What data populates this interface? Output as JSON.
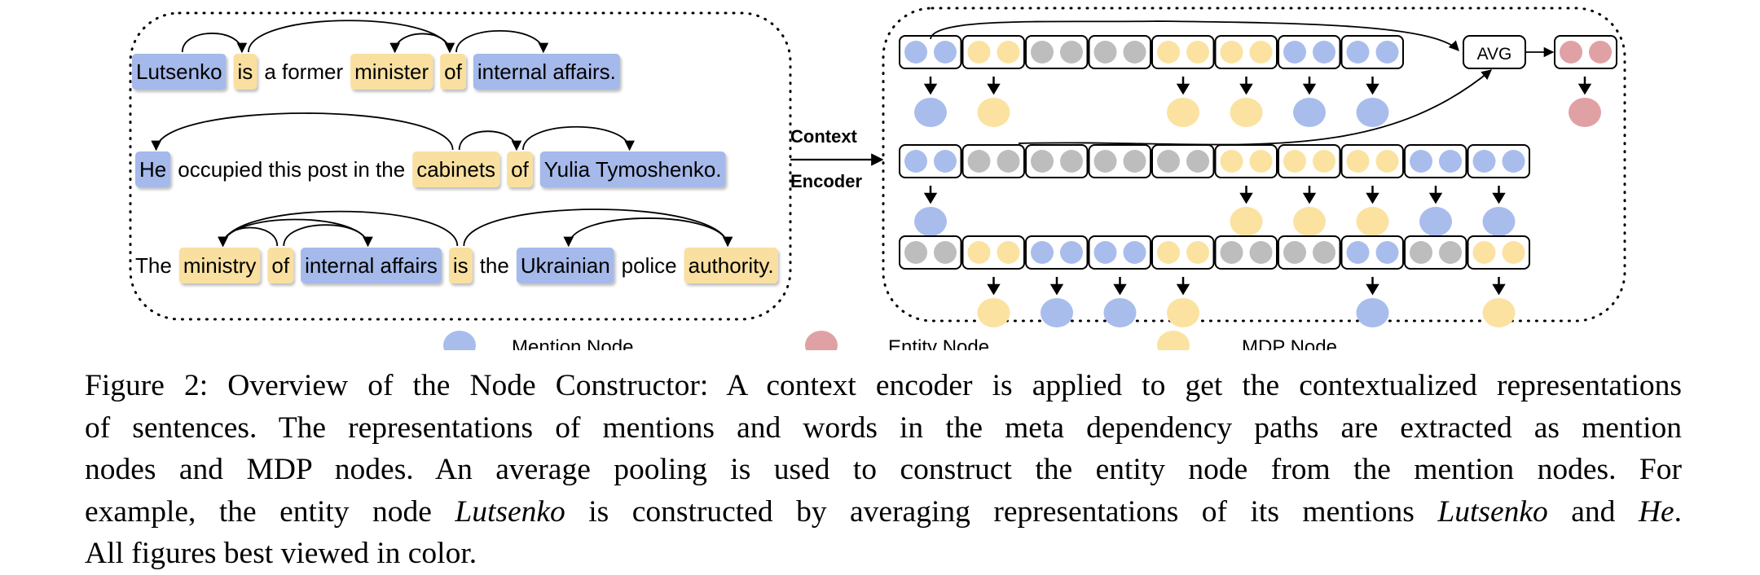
{
  "sentences": [
    [
      {
        "text": "Lutsenko",
        "type": "mention"
      },
      {
        "text": "is",
        "type": "mdp"
      },
      {
        "text": "a former",
        "type": "plain"
      },
      {
        "text": "minister",
        "type": "mdp"
      },
      {
        "text": "of",
        "type": "mdp"
      },
      {
        "text": "internal affairs.",
        "type": "mention"
      }
    ],
    [
      {
        "text": "He",
        "type": "mention"
      },
      {
        "text": "occupied this post in the",
        "type": "plain"
      },
      {
        "text": "cabinets",
        "type": "mdp"
      },
      {
        "text": "of",
        "type": "mdp"
      },
      {
        "text": "Yulia Tymoshenko.",
        "type": "mention"
      }
    ],
    [
      {
        "text": "The",
        "type": "plain"
      },
      {
        "text": "ministry",
        "type": "mdp"
      },
      {
        "text": "of",
        "type": "mdp"
      },
      {
        "text": "internal affairs",
        "type": "mention"
      },
      {
        "text": "is",
        "type": "mdp"
      },
      {
        "text": "the",
        "type": "plain"
      },
      {
        "text": "Ukrainian",
        "type": "mention"
      },
      {
        "text": "police",
        "type": "plain"
      },
      {
        "text": "authority.",
        "type": "mdp"
      }
    ]
  ],
  "encoder": {
    "line1": "Context",
    "line2": "Encoder"
  },
  "avg_label": "AVG",
  "token_rows": [
    [
      "mention",
      "mdp",
      "other",
      "other",
      "mdp",
      "mdp",
      "mention",
      "mention"
    ],
    [
      "mention",
      "other",
      "other",
      "other",
      "other",
      "mdp",
      "mdp",
      "mdp",
      "mention",
      "mention"
    ],
    [
      "other",
      "mdp",
      "mention",
      "mention",
      "mdp",
      "other",
      "other",
      "mention",
      "other",
      "mdp"
    ]
  ],
  "legend": [
    {
      "label": "Mention Node",
      "type": "mention"
    },
    {
      "label": "Entity Node",
      "type": "entity"
    },
    {
      "label": "MDP Node",
      "type": "mdp"
    }
  ],
  "colors": {
    "mention": "#A9BDED",
    "mdp": "#FBE2A0",
    "other": "#BDBDBD",
    "entity": "#E0A1A5",
    "mention_box": "#A5B9EA",
    "mdp_box": "#F9E0A0"
  },
  "caption": {
    "label": "Figure 2:",
    "line1": "Overview of the Node Constructor: A context encoder is applied to get the contextualized representations",
    "line2": "of sentences. The representations of mentions and words in the meta dependency paths are extracted as mention",
    "line3": "nodes and MDP nodes. An average pooling is used to construct the entity node from the mention nodes. For",
    "line4a": "example, the entity node",
    "line4b": "Lutsenko",
    "line4c": "is constructed by averaging representations of its mentions",
    "line4d": "Lutsenko",
    "line4e": "and",
    "line4f": "He",
    "line4g": ".",
    "line5": "All figures best viewed in color."
  }
}
